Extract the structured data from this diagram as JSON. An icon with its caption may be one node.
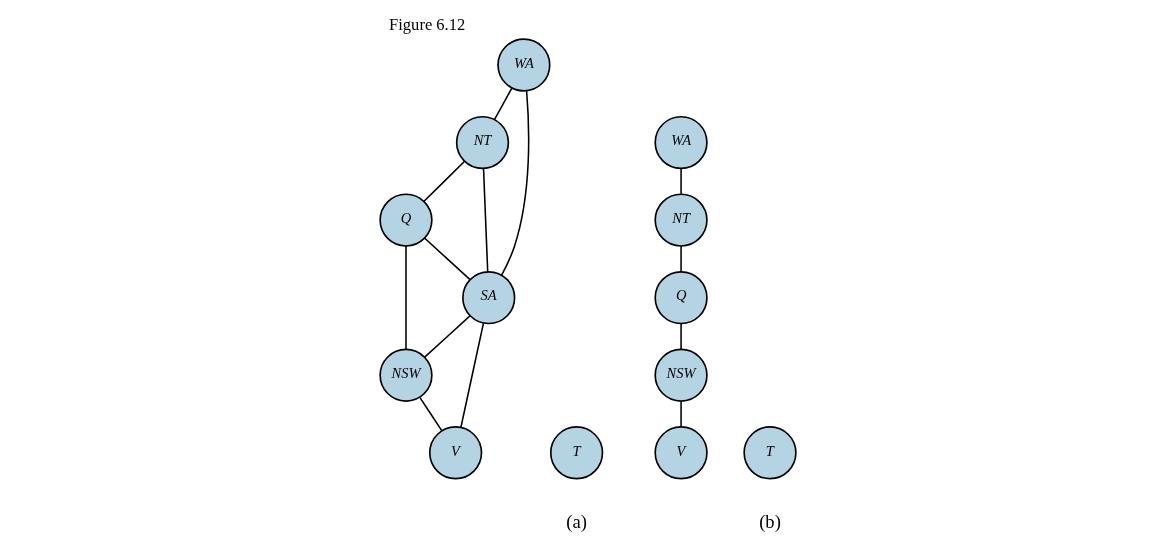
{
  "diagram": {
    "title": "Figure 6.12",
    "nodes": [
      {
        "text": [
          "WA"
        ]
      },
      {
        "text": [
          "NT"
        ]
      },
      {
        "text": [
          "Q"
        ]
      },
      {
        "text": [
          "SA"
        ]
      },
      {
        "text": [
          "NSW"
        ]
      },
      {
        "text": [
          "V"
        ]
      },
      {
        "text": [
          "T"
        ]
      },
      {
        "text": [
          "WA"
        ]
      },
      {
        "text": [
          "NT"
        ]
      },
      {
        "text": [
          "Q"
        ]
      },
      {
        "text": [
          "NSW"
        ]
      },
      {
        "text": [
          "V"
        ]
      },
      {
        "text": [
          "T"
        ]
      }
    ],
    "edges": [
      {
        "from": 0,
        "to": 1,
        "arrow": "none"
      },
      {
        "from": 0,
        "to": 3,
        "arrow": "none"
      },
      {
        "from": 1,
        "to": 3,
        "arrow": "none"
      },
      {
        "from": 1,
        "to": 2,
        "arrow": "none"
      },
      {
        "from": 2,
        "to": 3,
        "arrow": "none"
      },
      {
        "from": 2,
        "to": 4,
        "arrow": "none"
      },
      {
        "from": 3,
        "to": 4,
        "arrow": "none"
      },
      {
        "from": 3,
        "to": 5,
        "arrow": "none"
      },
      {
        "from": 4,
        "to": 5,
        "arrow": "none"
      },
      {
        "from": 7,
        "to": 8,
        "arrow": "none"
      },
      {
        "from": 8,
        "to": 9,
        "arrow": "none"
      },
      {
        "from": 9,
        "to": 10,
        "arrow": "none"
      },
      {
        "from": 10,
        "to": 11,
        "arrow": "none"
      }
    ],
    "labels": [
      "(a)",
      "(b)"
    ]
  }
}
